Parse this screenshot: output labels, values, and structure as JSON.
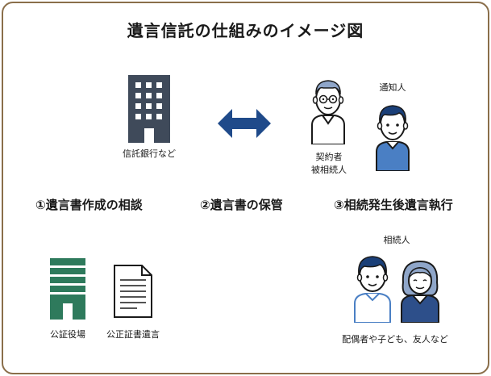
{
  "title": "遺言信託の仕組みのイメージ図",
  "labels": {
    "trust_bank": "信託銀行など",
    "contractor_line1": "契約者",
    "contractor_line2": "被相続人",
    "executor": "通知人",
    "heirs_heading": "相続人",
    "notary_office": "公証役場",
    "notarized_will": "公正証書遺言",
    "heirs_caption": "配偶者や子ども、友人など"
  },
  "steps": {
    "step1": "①遺言書作成の相談",
    "step2": "②遺言書の保管",
    "step3": "③相続発生後遺言執行"
  },
  "colors": {
    "border": "#8a6e4a",
    "building": "#3f4a5a",
    "arrow": "#1f4a8a",
    "notary": "#2e7a5c",
    "person_blue": "#4a7fc4",
    "hair_dark": "#1a3f78",
    "skin": "#ffffff",
    "elder_hair": "#8fa6c9"
  },
  "icons": {
    "trust_bank": "office-building-icon",
    "arrow": "double-arrow-icon",
    "contractor": "elderly-man-icon",
    "executor": "man-icon",
    "notary": "notary-office-icon",
    "document": "document-icon",
    "heir_man": "man-icon",
    "heir_woman": "elderly-woman-icon"
  }
}
